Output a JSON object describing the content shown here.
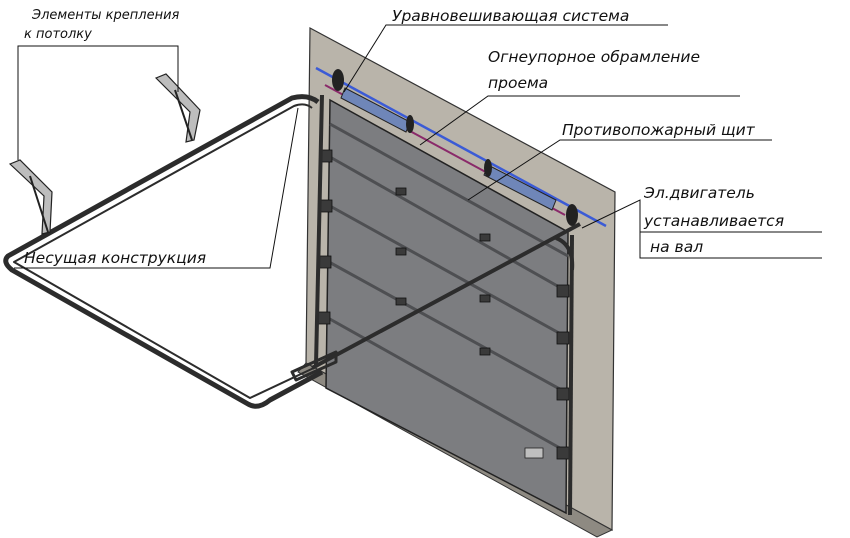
{
  "labels": {
    "ceiling_mounts": [
      "Элементы крепления",
      "к потолку"
    ],
    "balancing_system": "Уравновешивающая система",
    "fireproof_frame": [
      "Огнеупорное обрамление",
      "проема"
    ],
    "fire_shield": "Противопожарный щит",
    "motor": [
      "Эл.двигатель",
      "устанавливается",
      "на вал"
    ],
    "support_structure": "Несущая конструкция"
  },
  "colors": {
    "wall": "#b9b4aa",
    "wall_shade": "#8e8a82",
    "panel": "#7c7d80",
    "panel_dark": "#4e4f52",
    "rail": "#2c2c2c",
    "spring": "#6f86b8",
    "shaft": "#3b5bd6",
    "seal": "#8a2a6a",
    "leader": "#111111"
  }
}
